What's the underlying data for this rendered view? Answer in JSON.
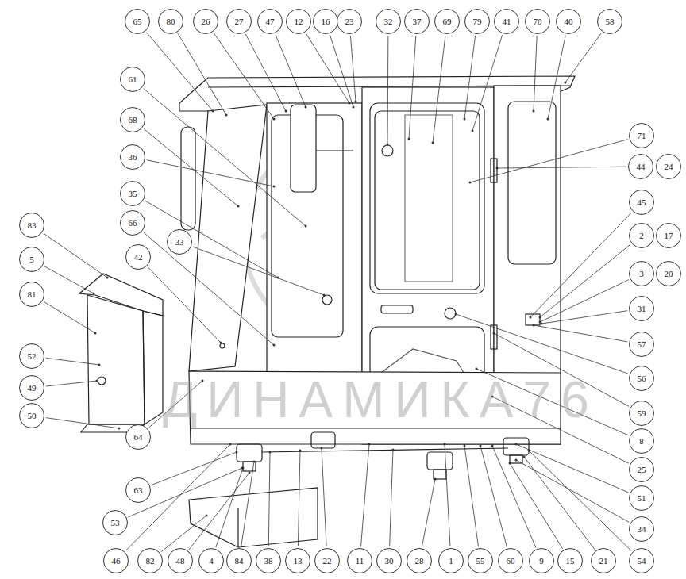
{
  "diagram": {
    "labels": [
      "65",
      "80",
      "26",
      "27",
      "47",
      "12",
      "16",
      "23",
      "32",
      "37",
      "69",
      "79",
      "41",
      "70",
      "40",
      "58",
      "61",
      "68",
      "36",
      "35",
      "66",
      "33",
      "42",
      "83",
      "5",
      "81",
      "52",
      "49",
      "50",
      "64",
      "63",
      "53",
      "71",
      "44",
      "24",
      "45",
      "2",
      "17",
      "3",
      "20",
      "31",
      "57",
      "56",
      "59",
      "8",
      "25",
      "51",
      "34",
      "46",
      "82",
      "48",
      "4",
      "84",
      "38",
      "13",
      "22",
      "11",
      "30",
      "28",
      "1",
      "55",
      "60",
      "9",
      "15",
      "21",
      "54",
      "ДИНАМИКА76"
    ]
  }
}
